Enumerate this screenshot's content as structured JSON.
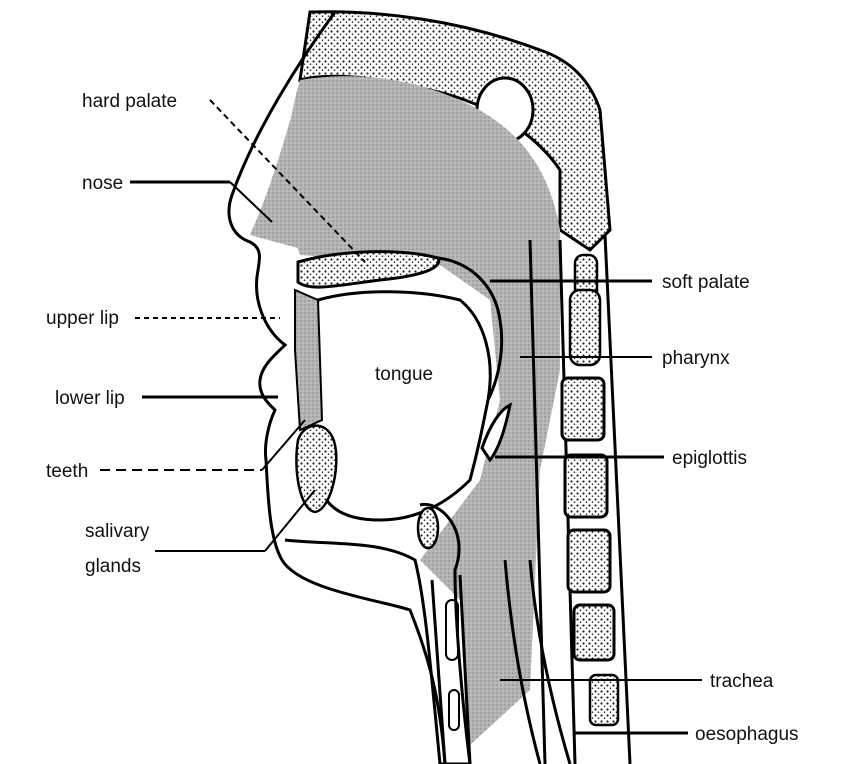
{
  "labels": {
    "hard_palate": "hard palate",
    "nose": "nose",
    "upper_lip": "upper lip",
    "lower_lip": "lower lip",
    "teeth": "teeth",
    "salivary_glands_line1": "salivary",
    "salivary_glands_line2": "glands",
    "tongue": "tongue",
    "soft_palate": "soft palate",
    "pharynx": "pharynx",
    "epiglottis": "epiglottis",
    "trachea": "trachea",
    "oesophagus": "oesophagus"
  }
}
